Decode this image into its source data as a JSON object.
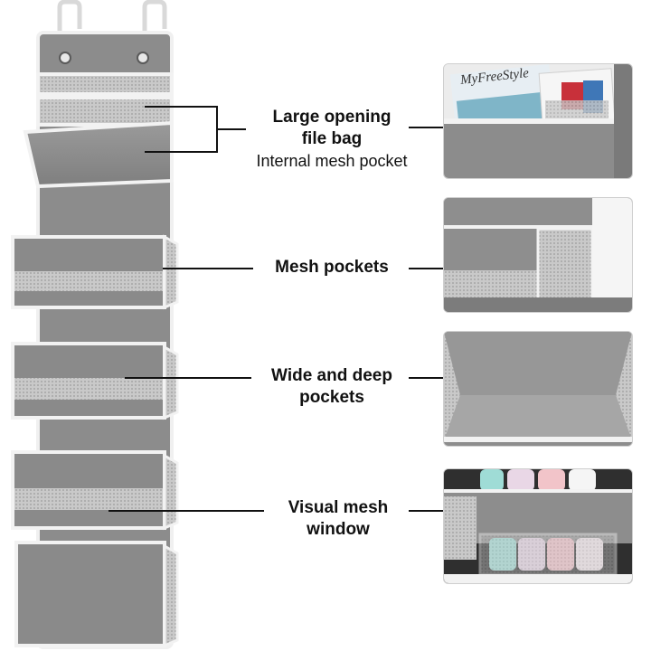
{
  "callouts": [
    {
      "lines": [
        "Large opening",
        "file bag"
      ],
      "sub": "Internal mesh pocket"
    },
    {
      "lines": [
        "Mesh pockets"
      ],
      "sub": ""
    },
    {
      "lines": [
        "Wide and deep",
        "pockets"
      ],
      "sub": ""
    },
    {
      "lines": [
        "Visual mesh",
        "window"
      ],
      "sub": ""
    }
  ],
  "thumbnail_texts": {
    "magazine": "MyFreeStyle"
  },
  "colors": {
    "fabric": "#8a8a8a",
    "fabric_dark": "#777777",
    "trim": "#f2f2f2",
    "mesh": "#bdbdbd",
    "line": "#111111"
  }
}
